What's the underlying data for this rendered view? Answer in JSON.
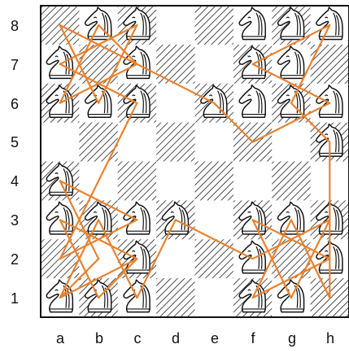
{
  "board": {
    "files": [
      "a",
      "b",
      "c",
      "d",
      "e",
      "f",
      "g",
      "h"
    ],
    "ranks": [
      "8",
      "7",
      "6",
      "5",
      "4",
      "3",
      "2",
      "1"
    ],
    "colors": {
      "light_square": "#ffffff",
      "dark_square_hatch": "#222222",
      "border": "#111111",
      "path": "#e8822f",
      "piece_fill": "#ffffff",
      "piece_outline": "#111111"
    }
  },
  "pieces": {
    "type": "knight-icon",
    "squares": [
      "b8",
      "c8",
      "f8",
      "g8",
      "h8",
      "a7",
      "c7",
      "f7",
      "g7",
      "a6",
      "b6",
      "c6",
      "e6",
      "f6",
      "g6",
      "h6",
      "h5",
      "a4",
      "a3",
      "b3",
      "c3",
      "d3",
      "f3",
      "g3",
      "h3",
      "c2",
      "f2",
      "h2",
      "a1",
      "b1",
      "c1",
      "f1",
      "g1"
    ]
  },
  "tour": {
    "closed": true,
    "squares": [
      "a1",
      "c2",
      "b1",
      "a3",
      "c2",
      "a1",
      "b3",
      "c1",
      "d3",
      "f2",
      "h3",
      "g1",
      "f3",
      "h2",
      "f1",
      "g3",
      "h1",
      "h5",
      "g6",
      "h8",
      "f7",
      "h6",
      "f5",
      "e6",
      "c7",
      "b8",
      "a6",
      "c7",
      "a8",
      "b6",
      "c8",
      "a7",
      "c6",
      "b4",
      "a2",
      "c3",
      "a4",
      "b2"
    ]
  }
}
